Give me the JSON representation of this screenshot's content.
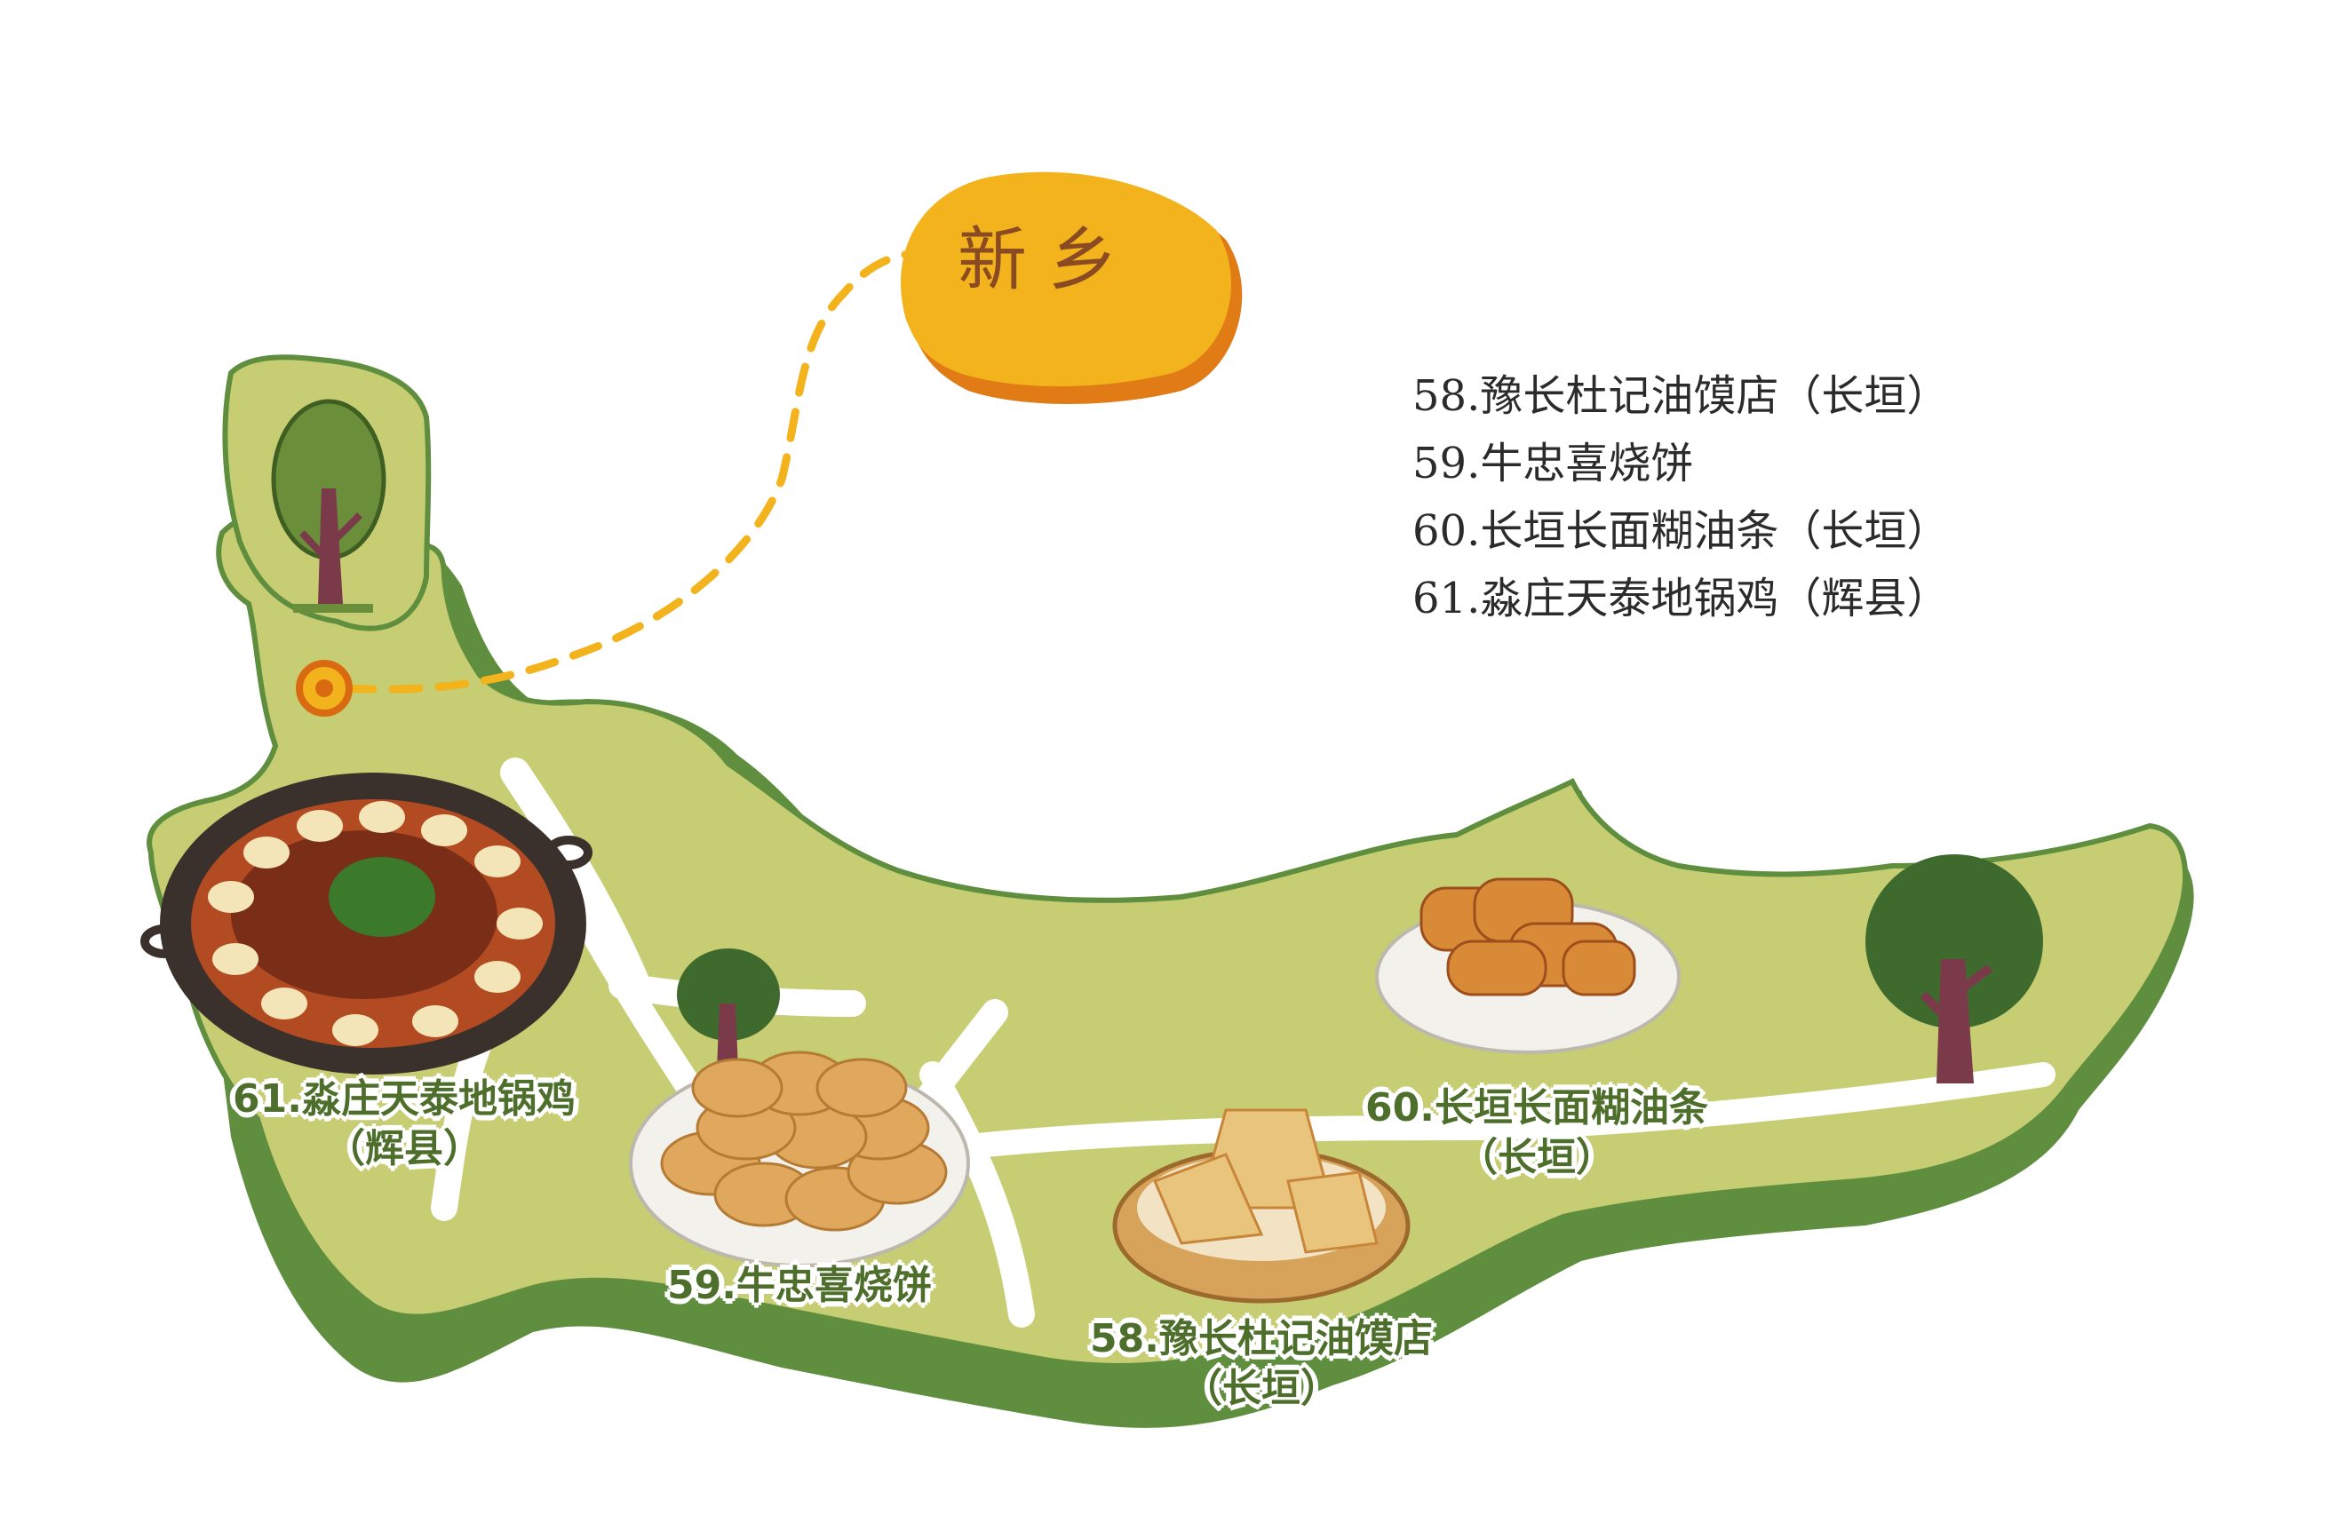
{
  "city": {
    "name": "新乡"
  },
  "legend": {
    "items": [
      "58.豫长杜记油馍店（长垣）",
      "59.牛忠喜烧饼",
      "60.长垣长面糊油条（长垣）",
      "61.淼庄天泰地锅鸡（辉县）"
    ]
  },
  "map_labels": {
    "dish_61": {
      "line1": "61.淼庄天泰地锅鸡",
      "line2": "（辉县）"
    },
    "dish_59": {
      "line1": "59.牛忠喜烧饼"
    },
    "dish_60": {
      "line1": "60.长垣长面糊油条",
      "line2": "（长垣）"
    },
    "dish_58": {
      "line1": "58.豫长杜记油馍店",
      "line2": "（长垣）"
    }
  },
  "icons": {
    "map_marker": "location-pin-icon",
    "trees": [
      "tree-icon",
      "tree-icon",
      "tree-icon"
    ],
    "dishes": [
      "iron-pot-chicken",
      "sesame-flatbread-plate",
      "fried-dough-plate",
      "oil-pancake-basket"
    ]
  },
  "colors": {
    "land_light": "#c7cd72",
    "land_dark": "#5e8e3e",
    "road": "#ffffff",
    "city_badge": "#f2b31c",
    "city_badge_shadow": "#e07b16",
    "label_text": "#4e6f2b",
    "dashed_route": "#f2b31c"
  }
}
